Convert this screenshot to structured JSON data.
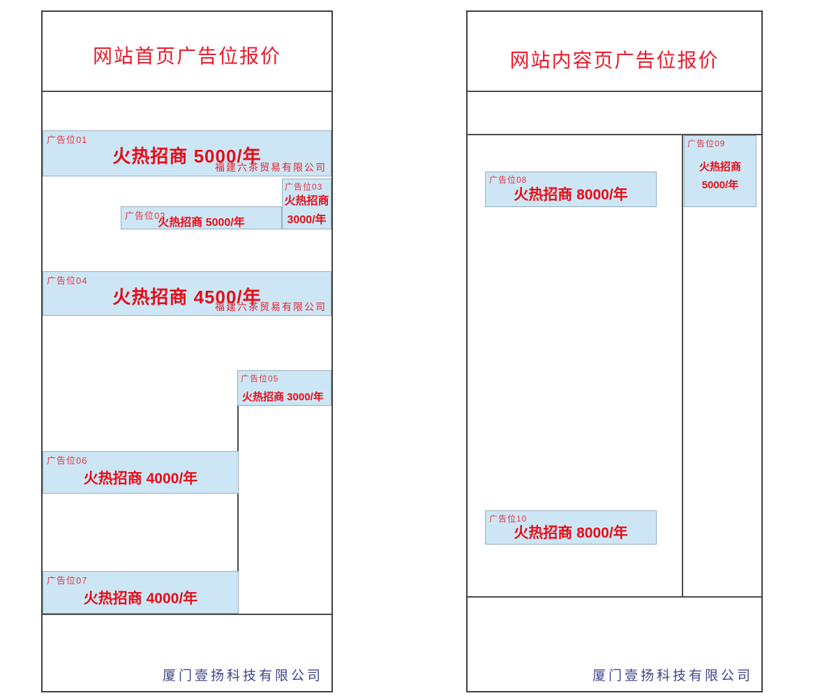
{
  "colors": {
    "accent_red": "#e30d17",
    "label_red": "#e23540",
    "title_red": "#e81a2b",
    "box_fill": "#cde6f5",
    "box_border": "#97aebc",
    "line_gray": "#4a4a4a",
    "footer_navy": "#3e4489"
  },
  "left_panel": {
    "title": "网站首页广告位报价",
    "footer": "厦门壹扬科技有限公司",
    "slots": {
      "s01": {
        "label": "广告位01",
        "price": "火热招商 5000/年",
        "company": "福建六茶贸易有限公司"
      },
      "s02": {
        "label": "广告位02",
        "price": "火热招商 5000/年"
      },
      "s03": {
        "label": "广告位03",
        "price_line1": "火热招商",
        "price_line2": "3000/年"
      },
      "s04": {
        "label": "广告位04",
        "price": "火热招商 4500/年",
        "company": "福建六茶贸易有限公司"
      },
      "s05": {
        "label": "广告位05",
        "price": "火热招商 3000/年"
      },
      "s06": {
        "label": "广告位06",
        "price": "火热招商 4000/年"
      },
      "s07": {
        "label": "广告位07",
        "price": "火热招商 4000/年"
      }
    }
  },
  "right_panel": {
    "title": "网站内容页广告位报价",
    "footer": "厦门壹扬科技有限公司",
    "slots": {
      "s08": {
        "label": "广告位08",
        "price": "火热招商 8000/年"
      },
      "s09": {
        "label": "广告位09",
        "price_line1": "火热招商",
        "price_line2": "5000/年"
      },
      "s10": {
        "label": "广告位10",
        "price": "火热招商 8000/年"
      }
    }
  }
}
